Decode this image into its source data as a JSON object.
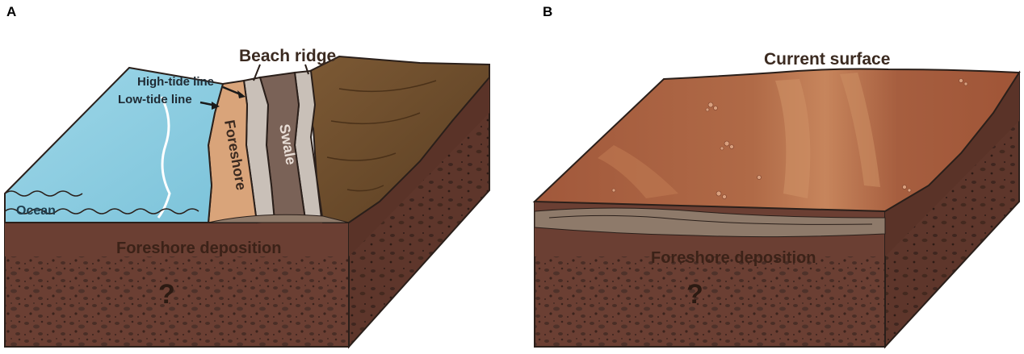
{
  "panels": [
    {
      "letter": "A",
      "labels": {
        "beach_ridge": "Beach ridge",
        "high_tide_line": "High-tide line",
        "low_tide_line": "Low-tide line",
        "foreshore": "Foreshore",
        "swale": "Swale",
        "ocean": "Ocean",
        "foreshore_deposition": "Foreshore deposition",
        "unknown_marker": "?"
      }
    },
    {
      "letter": "B",
      "labels": {
        "current_surface": "Current surface",
        "foreshore_deposition": "Foreshore deposition",
        "unknown_marker": "?"
      }
    }
  ],
  "colors": {
    "ocean": "#8fd0e3",
    "foreshore": "#d9a47a",
    "swale": "#7a6257",
    "ridge": "#c9c0b8",
    "dune": "#6e4e2c",
    "subsurface": "#6b3f33",
    "gravel": "#4a2e26",
    "current_surface": "#a85a3c",
    "outline": "#2a1f1a"
  }
}
